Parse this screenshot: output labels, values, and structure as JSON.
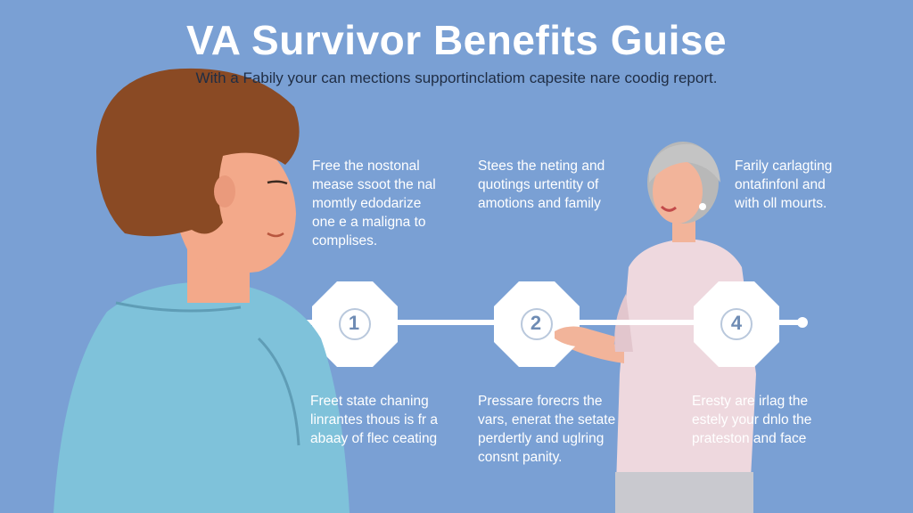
{
  "header": {
    "title": "VA Survivor Benefits Guise",
    "subtitle": "With a Fabily your can mections supportinclatiom capesite nare coodig report."
  },
  "top_blocks": [
    {
      "lines": [
        "Free the nostonal",
        "mease ssoot the nal",
        "momtly edodarize",
        "one e a maligna to",
        "complises."
      ]
    },
    {
      "lines": [
        "Stees the neting and",
        "quotings urtentity of",
        "amotions and family"
      ]
    },
    {
      "lines": [
        "Farily carlagting",
        "ontafinfonl and",
        "with oll mourts."
      ]
    }
  ],
  "steps": [
    {
      "number": "1"
    },
    {
      "number": "2"
    },
    {
      "number": "4"
    }
  ],
  "bottom_blocks": [
    {
      "lines": [
        "Freet state chaning",
        "linrantes thous is fr a",
        "abaay of flec ceating"
      ]
    },
    {
      "lines": [
        "Pressare forecrs the",
        "vars, enerat the setate",
        "perdertly and uglring",
        "consnt panity."
      ]
    },
    {
      "lines": [
        "Eresty are irlag the",
        "estely your dnlo the",
        "prateston and face"
      ]
    }
  ],
  "colors": {
    "background": "#7aa0d4",
    "text": "#ffffff",
    "subtitle_text": "#1f2d44",
    "badge_fill": "#ffffff",
    "badge_number": "#6f8cb4",
    "man_hair": "#8a4a24",
    "man_skin": "#f3a98a",
    "man_shirt": "#7fc2da",
    "woman_hair": "#b8b8b8",
    "woman_skin": "#f2b49a",
    "woman_top": "#eed8de"
  }
}
